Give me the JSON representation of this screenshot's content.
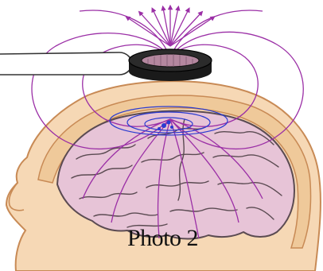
{
  "caption": "Photo 2",
  "colors": {
    "skin": "#F6D8B5",
    "skin_outline": "#C88A55",
    "skull": "#EFC99A",
    "brain": "#E7C4D7",
    "brain_outline": "#5B4B52",
    "field_line": "#9B2FA6",
    "coil_field": "#2A3BD1",
    "coil_body": "#1A1A1A",
    "coil_inner": "#B4879F",
    "handle": "#FFFFFF"
  },
  "icons": {
    "coil": "tms-coil-ring",
    "arrow": "field-arrowhead"
  }
}
